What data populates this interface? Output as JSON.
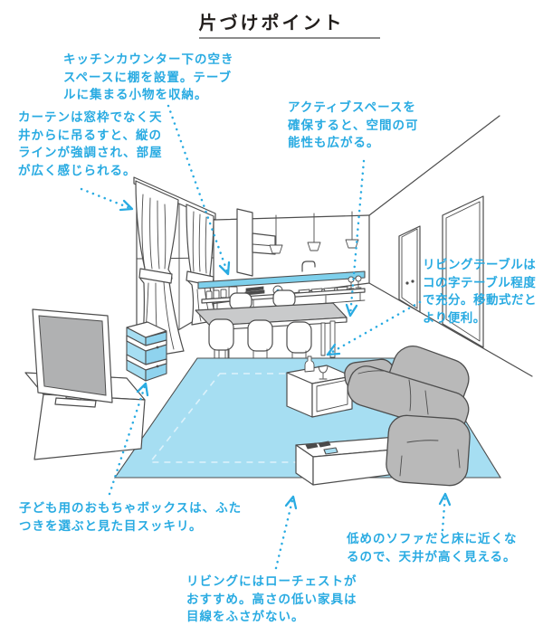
{
  "title": "片づけポイント",
  "annotations": {
    "kitchen_counter": "キッチンカウンター下の空き\nスペースに棚を設置。テーブ\nルに集まる小物を収納。",
    "curtain": "カーテンは窓枠でなく天\n井からに吊るすと、縦の\nラインが強調され、部屋\nが広く感じられる。",
    "active_space": "アクティブスペースを\n確保すると、空間の可\n能性も広がる。",
    "living_table": "リビングテーブルは\nコの字テーブル程度\nで充分。移動式だと\nより便利。",
    "toy_box": "子ども用のおもちゃボックスは、ふた\nつきを選ぶと見た目スッキリ。",
    "low_chest": "リビングにはローチェストが\nおすすめ。高さの低い家具は\n目線をふさがない。",
    "low_sofa": "低めのソファだと床に近くな\nるので、天井が高く見える。"
  },
  "colors": {
    "accent": "#29ABE2",
    "rug": "#A6DEF2",
    "rug_dash": "#DDF2FB",
    "counter_top": "#7ED0EC",
    "toy_box": "#A6DEF2",
    "toy_box_side": "#8FD3EE",
    "sofa": "#B9B9B9",
    "table": "#C9CACB",
    "tv_screen": "#B0B1B2",
    "dark_item": "#4A4A4A",
    "outline": "#4D4D4D",
    "title_text": "#221E1C",
    "title_rule": "#8C8C8C"
  }
}
